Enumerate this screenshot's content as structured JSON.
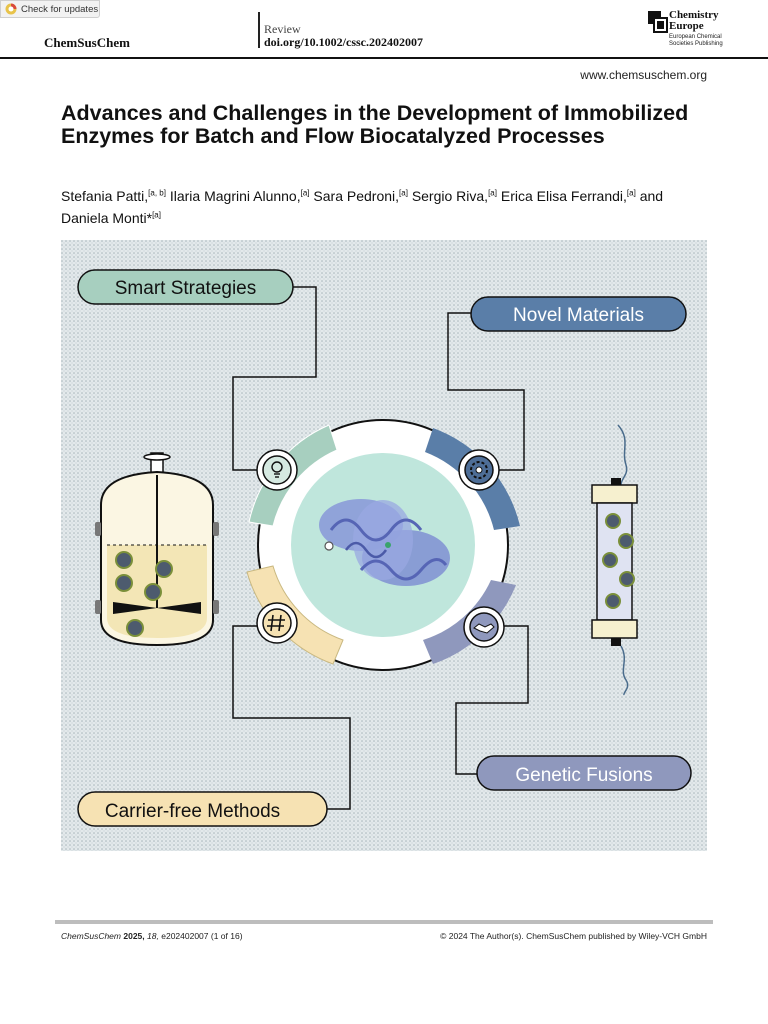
{
  "check_updates": "Check for updates",
  "header": {
    "journal": "ChemSusChem",
    "article_type": "Review",
    "doi": "doi.org/10.1002/cssc.202402007",
    "publisher_name_line1": "Chemistry",
    "publisher_name_line2": "Europe",
    "publisher_sub": "European Chemical Societies Publishing",
    "website": "www.chemsuschem.org"
  },
  "article": {
    "title": "Advances and Challenges in the Development of Immobilized Enzymes for Batch and Flow Biocatalyzed Processes",
    "authors": [
      {
        "name": "Stefania Patti,",
        "aff": "[a, b]"
      },
      {
        "name": "Ilaria Magrini Alunno,",
        "aff": "[a]"
      },
      {
        "name": "Sara Pedroni,",
        "aff": "[a]"
      },
      {
        "name": "Sergio Riva,",
        "aff": "[a]"
      },
      {
        "name": "Erica Elisa Ferrandi,",
        "aff": "[a]"
      },
      {
        "name": "and Daniela Monti*",
        "aff": "[a]"
      }
    ]
  },
  "figure": {
    "labels": {
      "smart": "Smart Strategies",
      "novel": "Novel Materials",
      "genetic": "Genetic Fusions",
      "carrier": "Carrier-free Methods"
    },
    "colors": {
      "smart": "#a7cfbf",
      "novel": "#5a7ea8",
      "genetic": "#8f98bd",
      "carrier": "#f6e2b3",
      "background": "#dfe6e8"
    }
  },
  "footer": {
    "citation_journal": "ChemSusChem",
    "citation_year": "2025,",
    "citation_volume": "18,",
    "citation_rest": "e202402007 (1 of 16)",
    "copyright": "© 2024 The Author(s). ChemSusChem published by Wiley-VCH GmbH"
  }
}
